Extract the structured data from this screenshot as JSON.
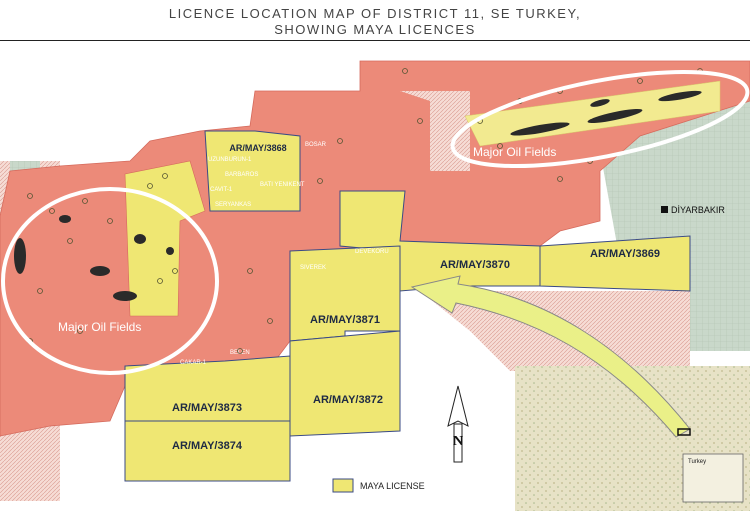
{
  "title": {
    "line1": "LICENCE LOCATION MAP OF DISTRICT 11, SE TURKEY,",
    "line2": "SHOWING MAYA LICENCES"
  },
  "licences": [
    {
      "id": "AR/MAY/3868"
    },
    {
      "id": "AR/MAY/3870"
    },
    {
      "id": "AR/MAY/3869"
    },
    {
      "id": "AR/MAY/3871"
    },
    {
      "id": "AR/MAY/3872"
    },
    {
      "id": "AR/MAY/3873"
    },
    {
      "id": "AR/MAY/3874"
    }
  ],
  "small_labels": [
    "UZUNBURUN-1",
    "BARBAROS",
    "BOSAR",
    "CAVIT-1",
    "BATI YENIKENT",
    "SERYANKAS",
    "DEVEKORU",
    "SIVEREK",
    "CAKAR-1",
    "BELEN"
  ],
  "field_labels": {
    "east": "Major Oil Fields",
    "west": "Major Oil Fields"
  },
  "city": {
    "name": "DİYARBAKIR",
    "color": "#111111"
  },
  "north_arrow": {
    "letter": "N"
  },
  "legend": {
    "label": "MAYA LICENSE",
    "color": "#efe773"
  },
  "inset": {
    "title": "Turkey"
  },
  "colors": {
    "licence_red": "#ec8a79",
    "licence_yellow": "#efe773",
    "licence_border": "#3a4a86",
    "open_green": "#c7d6c8",
    "open_pink": "#f2d4cc",
    "arrow_fill": "#eaf088"
  }
}
